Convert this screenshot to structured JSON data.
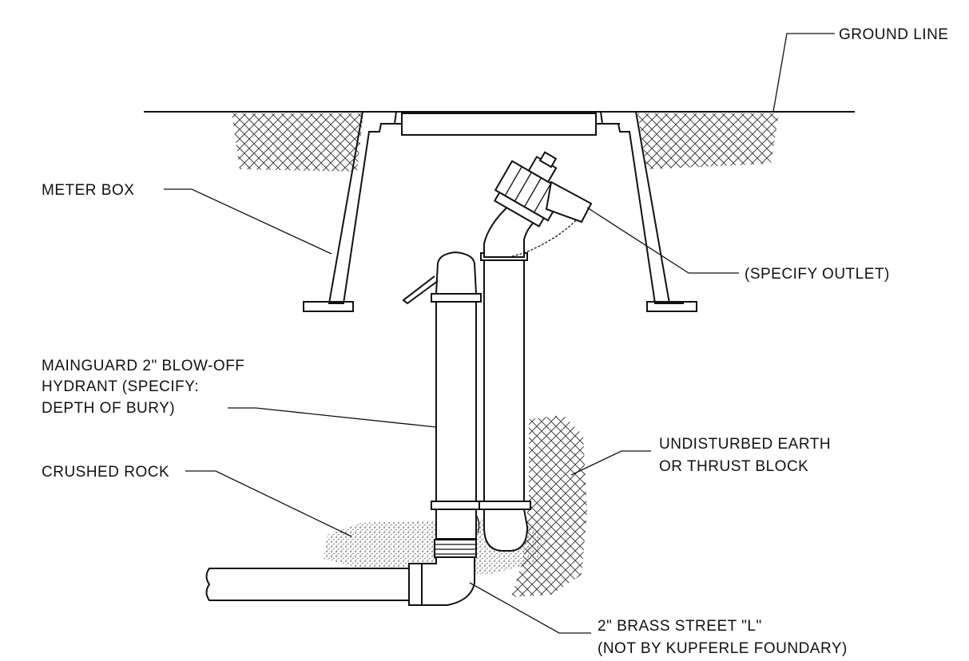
{
  "labels": {
    "ground_line": "GROUND LINE",
    "meter_box": "METER BOX",
    "specify_outlet": "(SPECIFY OUTLET)",
    "hydrant_1": "MAINGUARD 2\" BLOW-OFF",
    "hydrant_2": "HYDRANT (SPECIFY:",
    "hydrant_3": "DEPTH OF BURY)",
    "earth_1": "UNDISTURBED EARTH",
    "earth_2": "OR THRUST BLOCK",
    "crushed_rock": "CRUSHED ROCK",
    "brass_1": "2\" BRASS STREET \"L\"",
    "brass_2": "(NOT BY KUPFERLE FOUNDARY)"
  },
  "colors": {
    "ink": "#111111",
    "background": "#ffffff",
    "hatch": "#444444",
    "stipple": "#555555"
  }
}
